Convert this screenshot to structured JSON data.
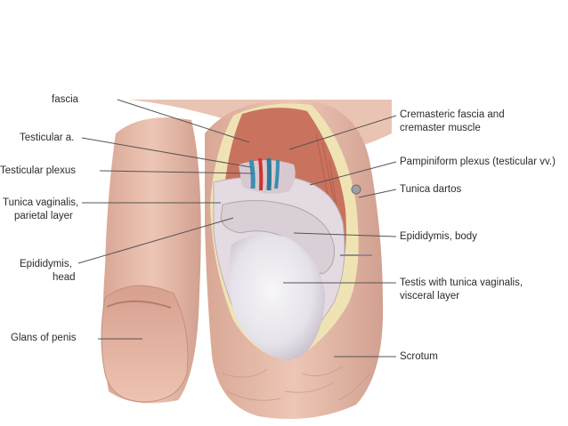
{
  "labels": {
    "fascia": "fascia",
    "testicular_artery": "Testicular a.",
    "testicular_plexus": "Testicular plexus",
    "tunica_vaginalis_parietal_1": "Tunica vaginalis,",
    "tunica_vaginalis_parietal_2": "parietal layer",
    "epididymis_head_1": "Epididymis,",
    "epididymis_head_2": "head",
    "glans_of_penis": "Glans of penis",
    "cremasteric_1": "Cremasteric fascia and",
    "cremasteric_2": "cremaster muscle",
    "pampiniform": "Pampiniform plexus (testicular vv.)",
    "tunica_dartos": "Tunica dartos",
    "epididymis_body": "Epididymis, body",
    "testis_1": "Testis with tunica vaginalis,",
    "testis_2": "visceral layer",
    "scrotum": "Scrotum"
  },
  "colors": {
    "skin": "#e6b9a6",
    "skin_shadow": "#c99484",
    "muscle": "#c9735e",
    "fascia_yellow": "#efe3b4",
    "testis": "#ece9ef",
    "epididymis": "#d9cfd6",
    "artery": "#d0322f",
    "vein": "#3a8fb0",
    "leader": "#555555"
  }
}
